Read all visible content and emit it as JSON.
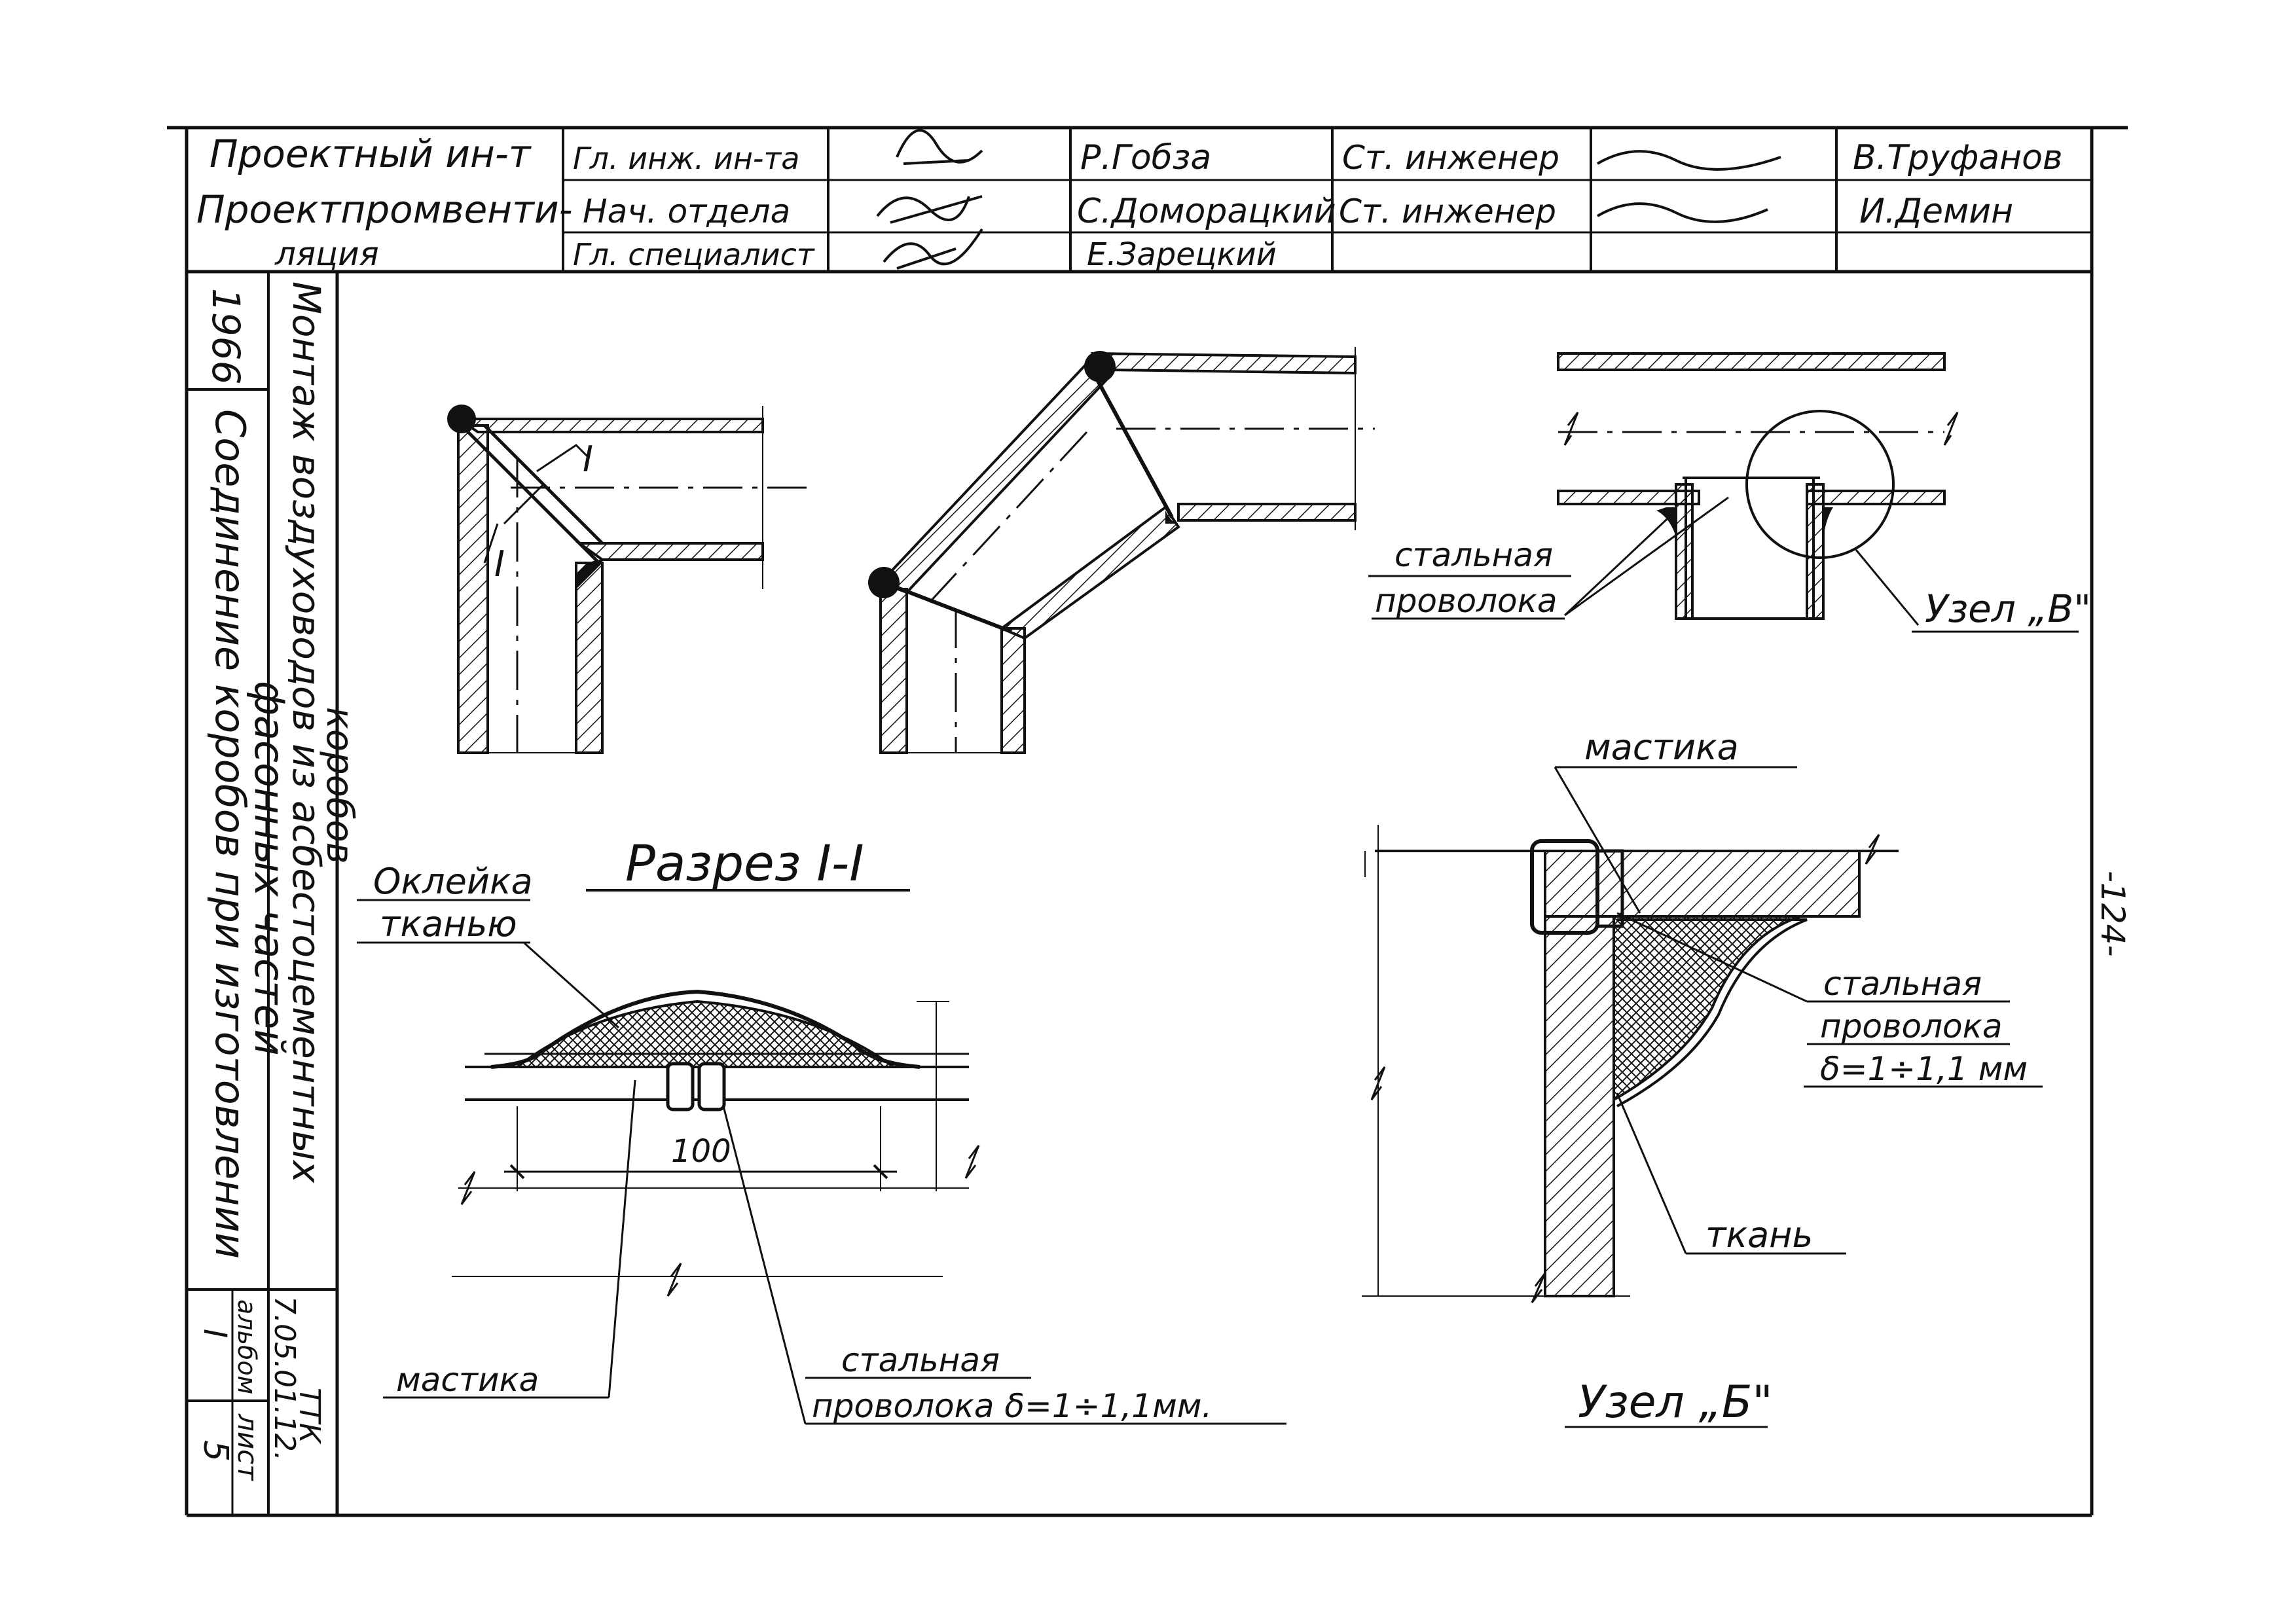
{
  "title_block": {
    "org_line1": "Проектный ин-т",
    "org_line2": "Проектпромвенти-",
    "org_line3": "ляция",
    "roles": [
      "Гл. инж. ин-та",
      "Нач. отдела",
      "Гл. специалист"
    ],
    "names_left": [
      "Р.Гобза",
      "С.Доморацкий",
      "Е.Зарецкий"
    ],
    "roles_right": [
      "Ст. инженер",
      "Ст. инженер"
    ],
    "names_right": [
      "В.Труфанов",
      "И.Демин"
    ]
  },
  "side_block": {
    "year": "1966",
    "title_line1": "Монтаж воздуховодов из асбестоцементных",
    "title_line2": "коробов",
    "subtitle_line1": "Соединение коробов при изготовлении",
    "subtitle_line2": "фасонных частей",
    "code_line1": "ТТК",
    "code_line2": "7.05.01.12.",
    "album_label": "альбом",
    "album_value": "I",
    "sheet_label": "лист",
    "sheet_value": "5"
  },
  "page_number": "-124-",
  "top_drawing": {
    "section_mark": "I",
    "label_wire": [
      "стальная",
      "проволока"
    ],
    "node_label": "Узел „В\""
  },
  "section_drawing": {
    "title": "Разрез I-I",
    "label_fabric": [
      "Оклейка",
      "тканью"
    ],
    "dimension": "100",
    "label_mastic": "мастика",
    "label_wire": [
      "стальная",
      "проволока δ=1÷1,1мм."
    ]
  },
  "node_b_drawing": {
    "label_mastic": "мастика",
    "label_wire": [
      "стальная",
      "проволока",
      "δ=1÷1,1 мм"
    ],
    "label_fabric": "ткань",
    "title": "Узел „Б\""
  }
}
